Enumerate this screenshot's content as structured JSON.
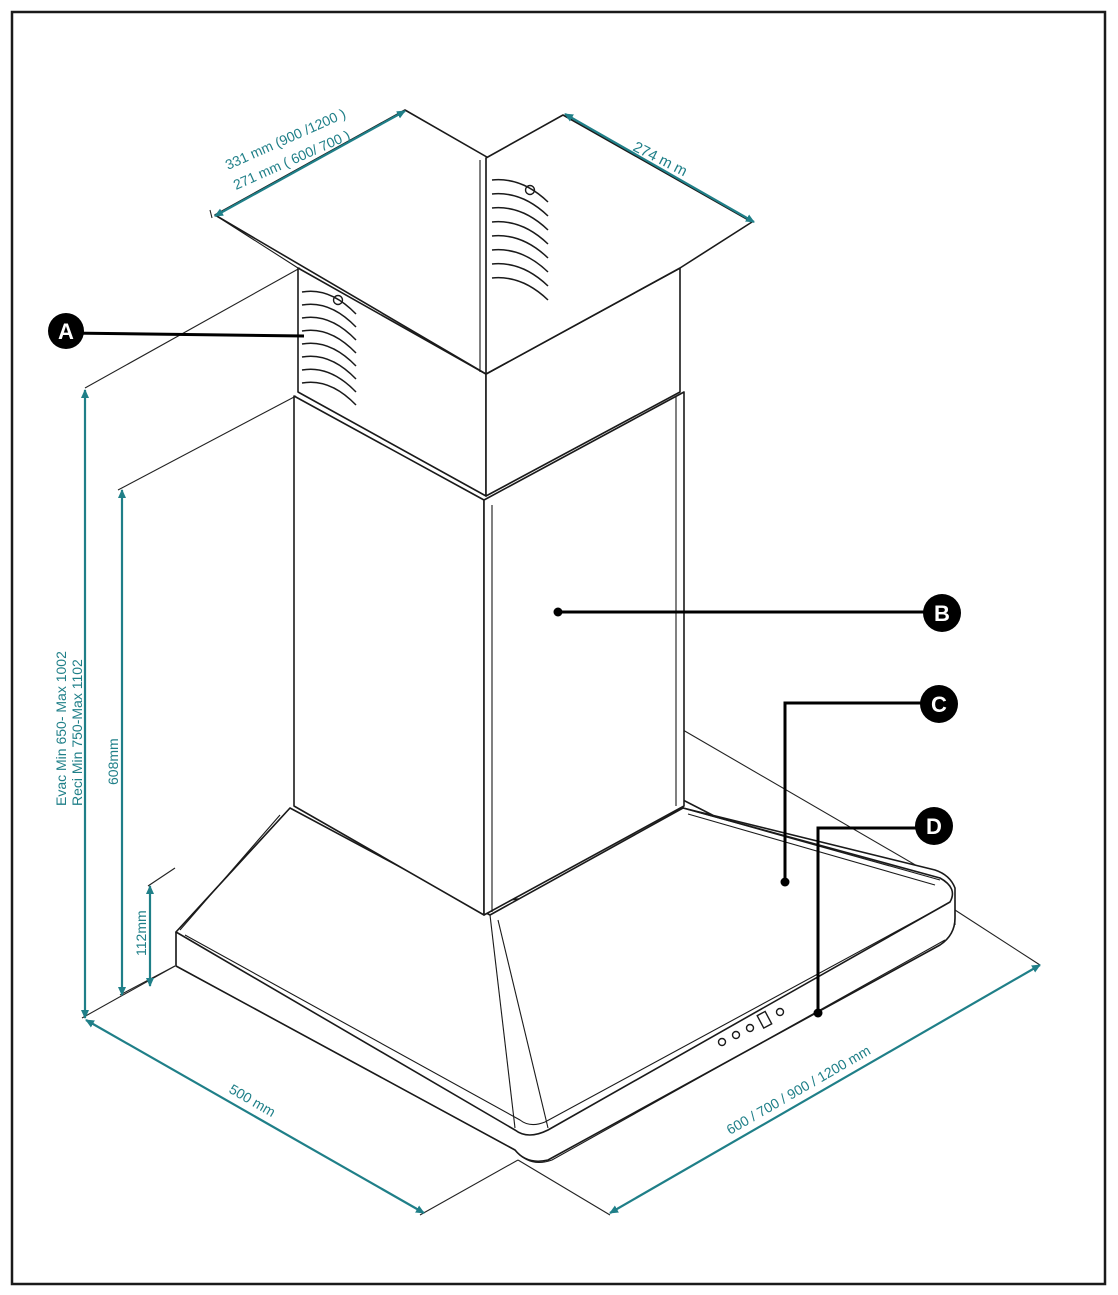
{
  "dimensions": {
    "top_width_line1": "331 mm (900 /1200 )",
    "top_width_line2": "271 mm ( 600/ 700 )",
    "top_depth": "274  m m",
    "total_height_line1": "Evac Min 650- Max 1002",
    "total_height_line2": "Reci Min 750-Max 1102",
    "chimney_height": "608mm",
    "canopy_height": "112mm",
    "depth": "500 mm",
    "width": "600 / 700 / 900 / 1200 mm"
  },
  "callouts": {
    "a": "A",
    "b": "B",
    "c": "C",
    "d": "D"
  },
  "colors": {
    "dimension": "#1f7f88",
    "outline": "#1a1a1a",
    "callout": "#000000"
  }
}
